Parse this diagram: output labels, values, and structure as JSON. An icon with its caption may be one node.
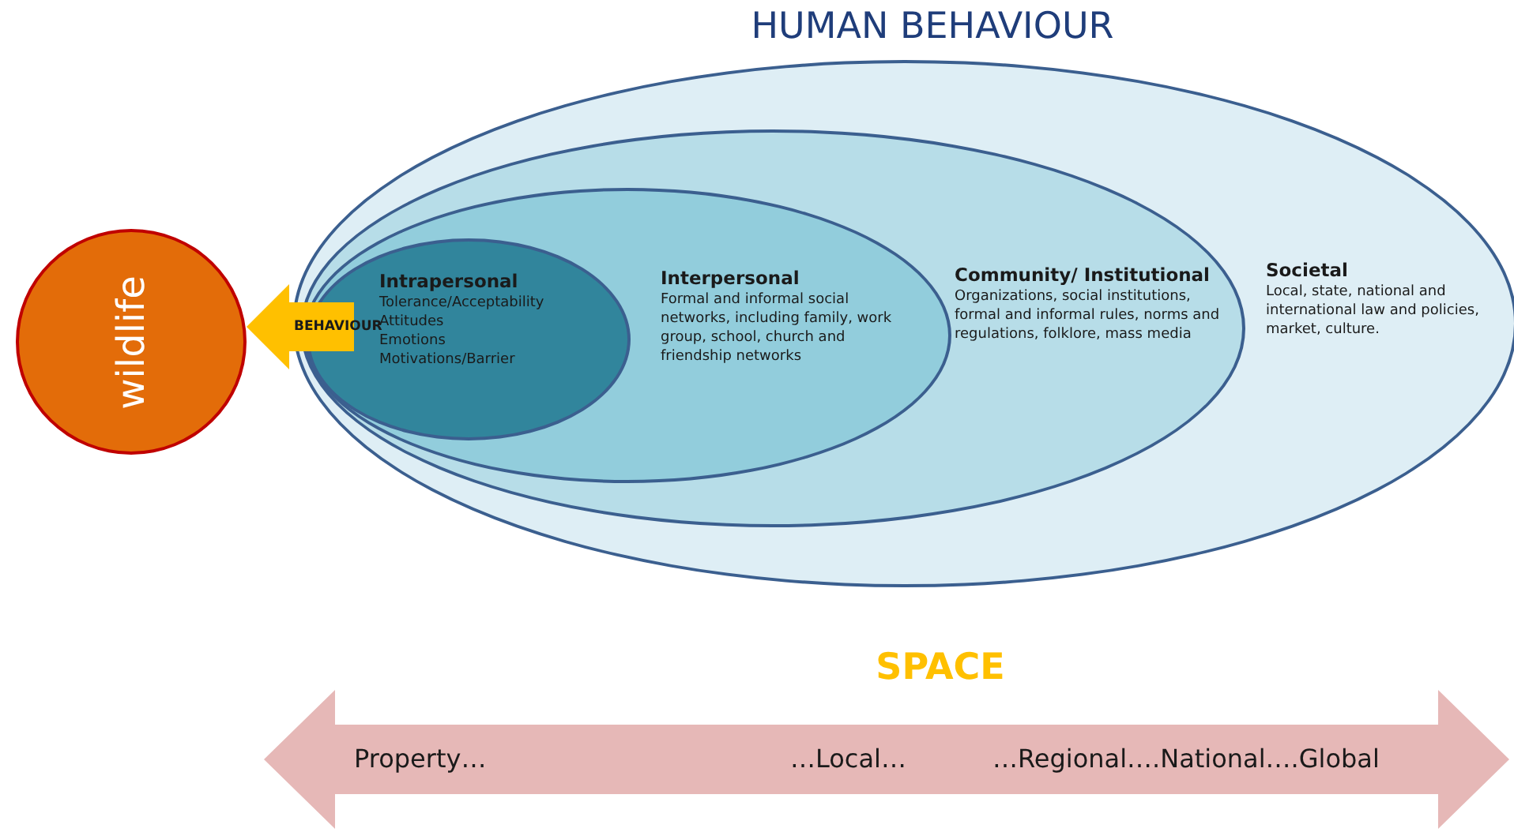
{
  "diagram": {
    "title": "HUMAN BEHAVIOUR",
    "nodes": [
      {
        "text": [
          "Societal",
          "Local, state, national and international law and policies, market, culture."
        ]
      },
      {
        "text": [
          "Community/ Institutional",
          "Organizations, social institutions, formal and informal rules, norms and regulations, folklore, mass media"
        ],
        "in": 0
      },
      {
        "text": [
          "Interpersonal",
          "Formal and informal social networks, including family, work group, school, church and friendship networks"
        ],
        "in": 1
      },
      {
        "text": [
          "Intrapersonal",
          "Tolerance/Acceptability",
          "Attitudes",
          "Emotions",
          "Motivations/Barrier"
        ],
        "in": 2
      },
      {
        "text": [
          "wildlife"
        ]
      }
    ],
    "edges": [
      {
        "from": 3,
        "to": 4,
        "arrow": "to",
        "label": "BEHAVIOUR",
        "color": "#ffc000"
      }
    ],
    "labels": [
      "SPACE",
      "Property…",
      "…Local…",
      "…Regional….National….Global"
    ]
  }
}
